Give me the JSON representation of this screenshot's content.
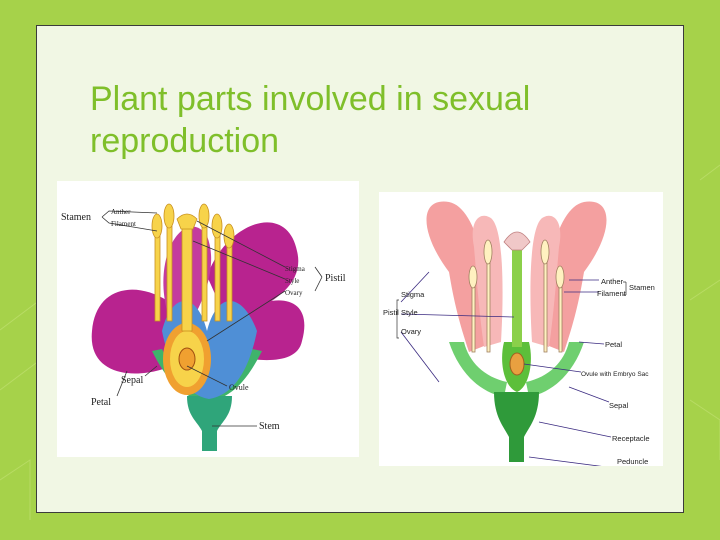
{
  "slide": {
    "title": "Plant parts involved in sexual reproduction"
  },
  "left_diagram": {
    "labels": {
      "stamen": "Stamen",
      "anther": "Anther",
      "filament": "Filament",
      "stigma": "Stigma",
      "style": "Style",
      "ovary": "Ovary",
      "pistil": "Pistil",
      "sepal": "Sepal",
      "petal": "Petal",
      "ovule": "Ovule",
      "stem": "Stem"
    }
  },
  "right_diagram": {
    "labels": {
      "anther": "Anther",
      "filament": "Filament",
      "stamen": "Stamen",
      "stigma": "Stigma",
      "pistil": "Pistil",
      "style": "Style",
      "ovary": "Ovary",
      "petal": "Petal",
      "ovule": "Ovule with Embryo Sac",
      "sepal": "Sepal",
      "receptacle": "Receptacle",
      "peduncle": "Peduncle"
    }
  },
  "colors": {
    "background": "#a6d24a",
    "slide": "#f1f7e4",
    "title": "#7fbf2a",
    "left_petal": "#b8238f",
    "right_petal": "#f4a0a0",
    "sepal": "#3fb36b"
  }
}
